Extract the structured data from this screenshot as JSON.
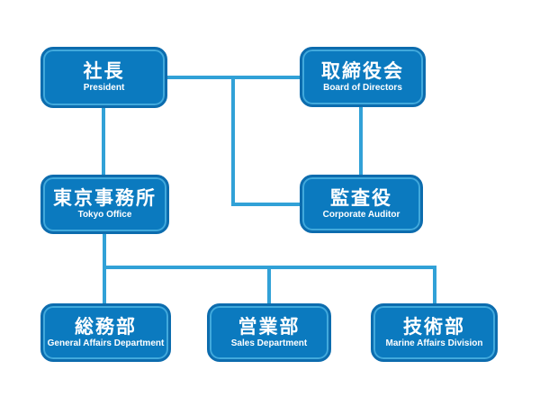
{
  "diagram": {
    "type": "org-chart",
    "background": "#ffffff",
    "nodes": {
      "president": {
        "title": "社長",
        "subtitle": "President"
      },
      "board": {
        "title": "取締役会",
        "subtitle": "Board of Directors"
      },
      "tokyo": {
        "title": "東京事務所",
        "subtitle": "Tokyo Office"
      },
      "auditor": {
        "title": "監査役",
        "subtitle": "Corporate Auditor"
      },
      "general_affairs": {
        "title": "総務部",
        "subtitle": "General Affairs Department"
      },
      "sales": {
        "title": "営業部",
        "subtitle": "Sales Department"
      },
      "technical": {
        "title": "技術部",
        "subtitle": "Marine Affairs Division"
      }
    },
    "edges": [
      {
        "from": "president",
        "to": "board"
      },
      {
        "from": "president",
        "to": "tokyo"
      },
      {
        "from": "board",
        "to": "auditor"
      },
      {
        "from": "president-board-link",
        "to": "auditor"
      },
      {
        "from": "tokyo",
        "to": "general_affairs"
      },
      {
        "from": "tokyo",
        "to": "sales"
      },
      {
        "from": "tokyo",
        "to": "technical"
      }
    ],
    "colors": {
      "node_fill": "#0b7abf",
      "node_border": "#0c6cae",
      "node_inner_highlight": "#41a9dc",
      "connector": "#31a1d7",
      "text": "#ffffff",
      "background": "#ffffff"
    }
  }
}
